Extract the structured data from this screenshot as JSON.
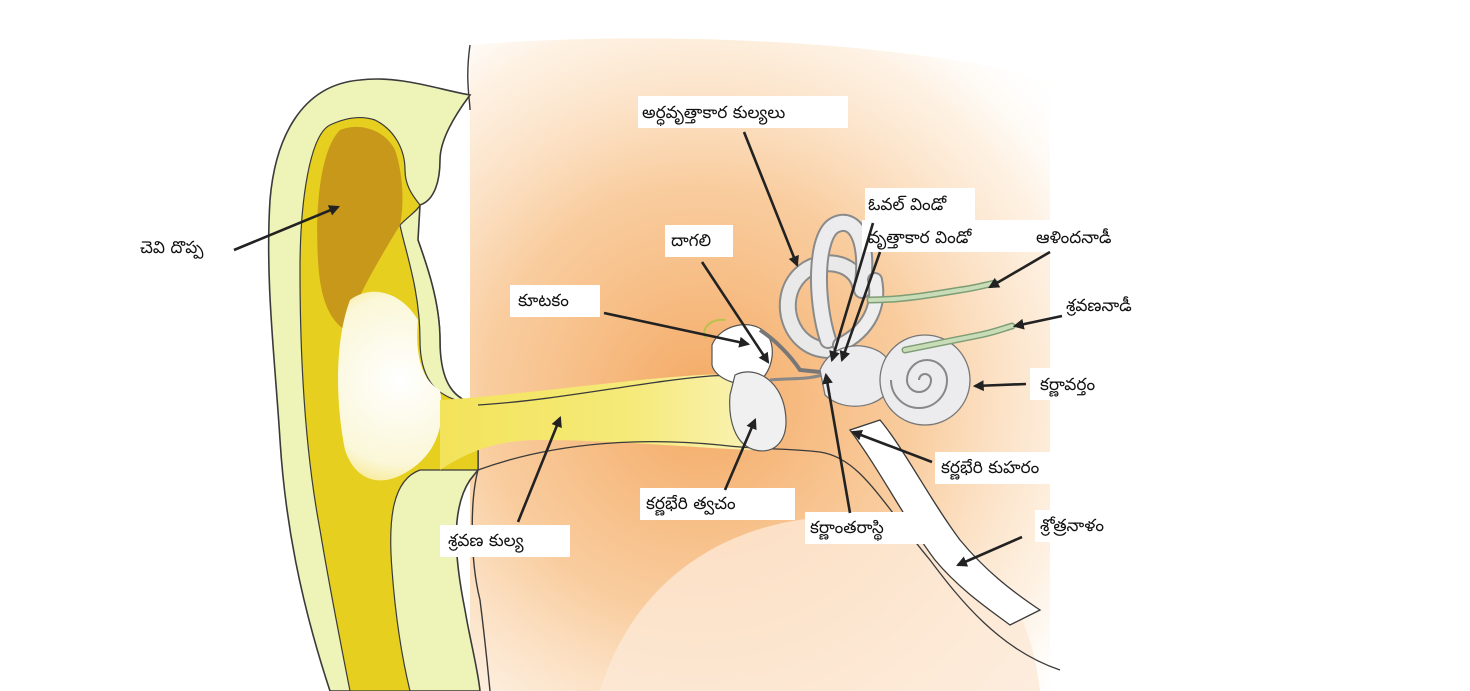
{
  "diagram": {
    "labels": {
      "pinna": "చెవి దొప్ప",
      "semicircular_canals": "అర్ధవృత్తాకార కుల్యలు",
      "oval_window": "ఓవల్ విండో",
      "round_window": "వృత్తాకార విండో",
      "vestibular_nerve": "ఆళిందనాడీ",
      "incus": "దాగలి",
      "malleus": "కూటకం",
      "cochlear_nerve": "శ్రవణనాడీ",
      "cochlea": "కర్ణావర్తం",
      "tympanic_cavity": "కర్ణభేరి కుహరం",
      "eardrum": "కర్ణభేరి త్వచం",
      "stapes": "కర్ణాంతరాస్థి",
      "ear_canal": "శ్రవణ కుల్య",
      "eustachian_tube": "శ్రోత్రనాళం"
    },
    "colors": {
      "skin": "#f5f7d8",
      "outline": "#3a3a3a",
      "pinna_dark": "#c89a14",
      "pinna_yellow": "#e8d11c",
      "glow_orange": "#f6b878",
      "bone_grey": "#e8e8ea",
      "nerve_green": "#a9c49a"
    }
  }
}
